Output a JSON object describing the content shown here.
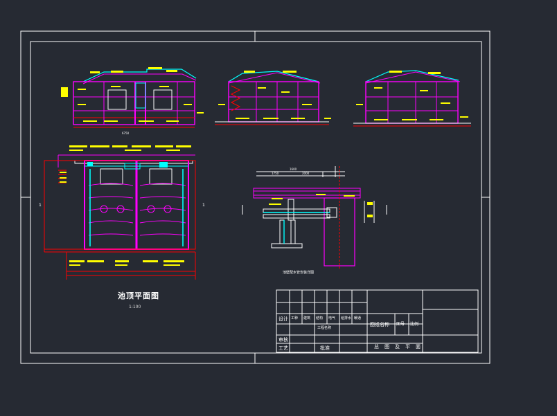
{
  "colors": {
    "background": "#262a33",
    "frame": "#ffffff",
    "wall": "#ff00ff",
    "note": "#ffff00",
    "pipe": "#00ffff",
    "dim": "#ff0000",
    "water": "#00ff00"
  },
  "plan": {
    "title": "池顶平面图",
    "scale": "1:100"
  },
  "detail": {
    "title": "池壁配水管安装详图"
  },
  "title_block": {
    "row_labels": [
      "设计",
      "审核",
      "工艺"
    ],
    "header_cells": [
      "设计",
      "工种",
      "建筑",
      "结构",
      "电气",
      "给排水",
      "暖通"
    ],
    "drawing_name": "工程名称",
    "project_label": "图纸名称",
    "sheet_labels": [
      "图号",
      "比例"
    ],
    "approval": "批准",
    "footer": "总图及平面"
  }
}
